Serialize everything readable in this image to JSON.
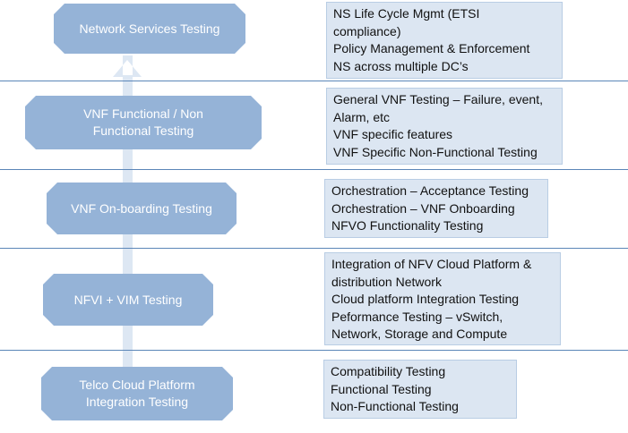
{
  "colors": {
    "stage_fill": "#95b3d7",
    "stage_text": "#ffffff",
    "arrow_fill": "#dde7f3",
    "info_fill": "#dce6f2",
    "divider": "#5b86b8"
  },
  "stages": [
    {
      "label": "Network Services Testing",
      "details": [
        "NS Life Cycle Mgmt (ETSI",
        "compliance)",
        "Policy Management & Enforcement",
        "NS across multiple DC’s"
      ]
    },
    {
      "label": "VNF Functional / Non\nFunctional Testing",
      "details": [
        "General VNF Testing – Failure, event,",
        "Alarm, etc",
        "VNF specific features",
        "VNF Specific Non-Functional Testing"
      ]
    },
    {
      "label": "VNF On-boarding Testing",
      "details": [
        "Orchestration – Acceptance Testing",
        "Orchestration – VNF Onboarding",
        "NFVO Functionality Testing"
      ]
    },
    {
      "label": "NFVI + VIM Testing",
      "details": [
        "Integration of NFV Cloud Platform &",
        "distribution Network",
        "Cloud platform Integration Testing",
        "Peformance Testing – vSwitch,",
        "Network, Storage and Compute"
      ]
    },
    {
      "label": "Telco Cloud Platform\nIntegration Testing",
      "details": [
        "Compatibility Testing",
        "Functional Testing",
        "Non-Functional Testing"
      ]
    }
  ]
}
